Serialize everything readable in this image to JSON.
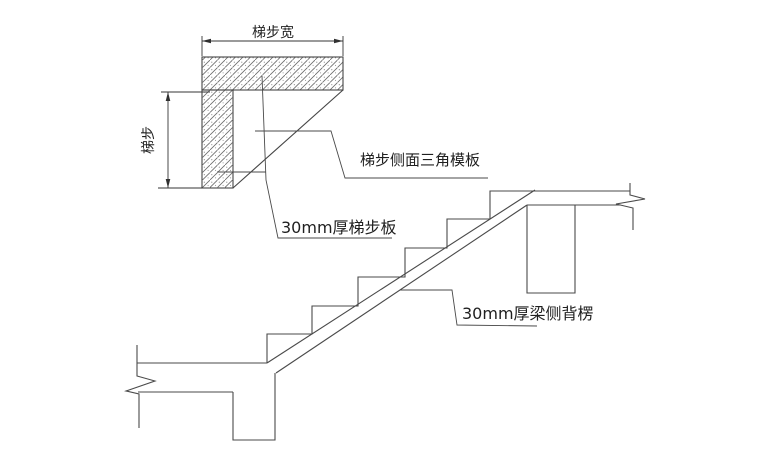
{
  "colors": {
    "background": "#ffffff",
    "line": "#454545",
    "hatch": "#6a6a6a",
    "text": "#1f1f1f"
  },
  "detail": {
    "dim_width_label": "梯步宽",
    "dim_height_label": "梯步"
  },
  "labels": {
    "triangle_formwork": "梯步侧面三角模板",
    "step_board": "30mm厚梯步板",
    "beam_side_batten": "30mm厚梁侧背楞"
  }
}
